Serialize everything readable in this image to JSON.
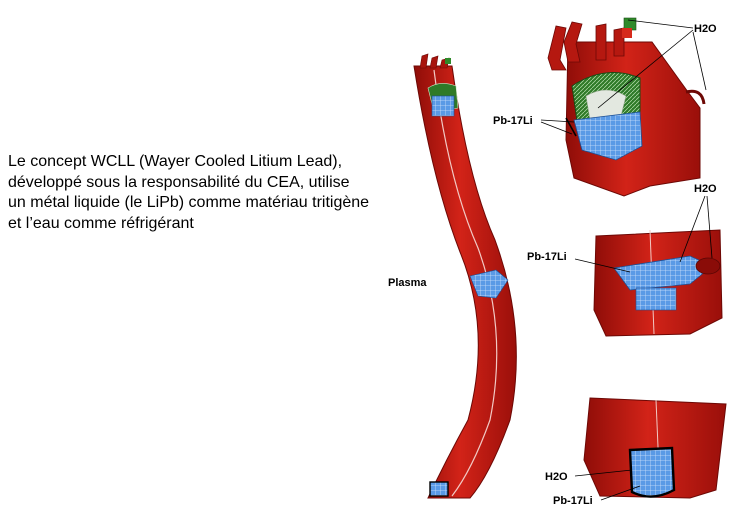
{
  "description": {
    "lines": [
      "Le concept WCLL (Wayer Cooled Litium Lead),",
      "développé sous la responsabilité du CEA, utilise",
      "un métal liquide (le LiPb) comme matériau tritigène",
      "et l’eau comme réfrigérant"
    ]
  },
  "labels": {
    "plasma": "Plasma",
    "top_h2o": "H2O",
    "top_pb17li": "Pb-17Li",
    "mid_h2o": "H2O",
    "mid_pb17li": "Pb-17Li",
    "bot_h2o": "H2O",
    "bot_pb17li": "Pb-17Li"
  },
  "colors": {
    "blanket_red": "#c01a12",
    "blanket_dark": "#8a0c08",
    "breeder_blue": "#3f86d8",
    "coolant_green": "#2f8a2a"
  }
}
